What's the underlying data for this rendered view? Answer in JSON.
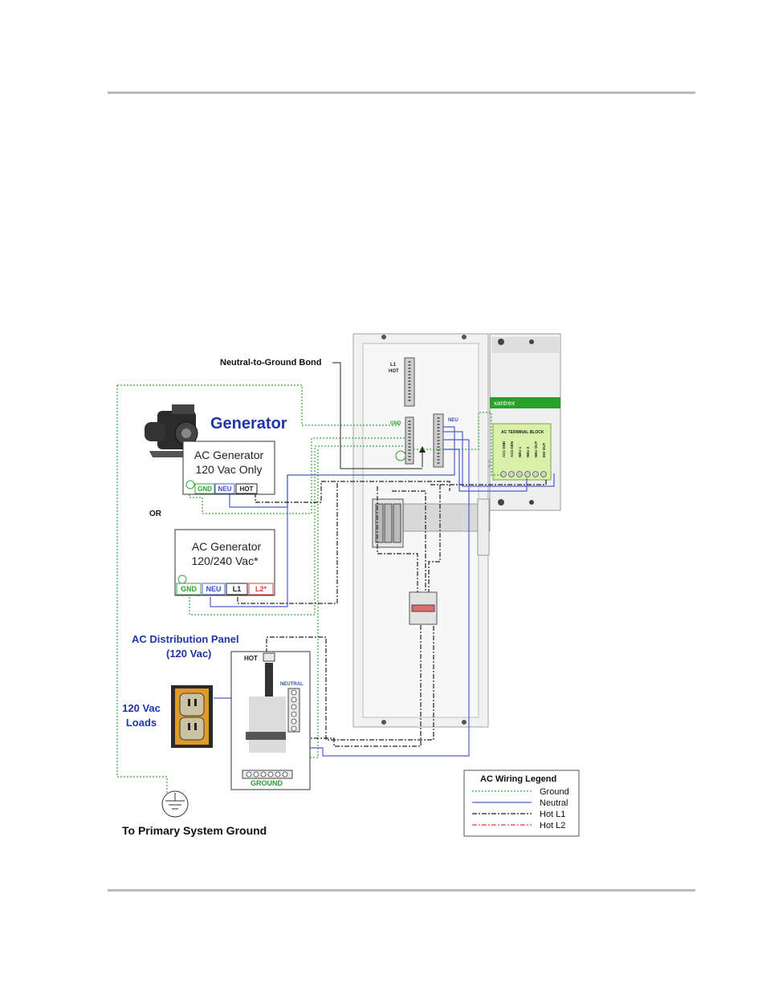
{
  "labels": {
    "neutral_ground_bond": "Neutral-to-Ground Bond",
    "bus_l1": "L1",
    "bus_hot": "HOT",
    "bus_gnd": "GND",
    "bus_neu": "NEU",
    "brand": "xantrex",
    "terminal_block_title": "AC TERMINAL BLOCK",
    "terminals": [
      "AC1 GND",
      "AC2 GEN",
      "NEU 1",
      "NEU 2",
      "NEU OUT",
      "INV OUT"
    ],
    "generator_title": "Generator",
    "gen1_line1": "AC Generator",
    "gen1_line2": "120 Vac Only",
    "gen1_gnd": "GND",
    "gen1_neu": "NEU",
    "gen1_hot": "HOT",
    "or": "OR",
    "gen2_line1": "AC Generator",
    "gen2_line2": "120/240 Vac*",
    "gen2_gnd": "GND",
    "gen2_neu": "NEU",
    "gen2_l1": "L1",
    "gen2_l2": "L2*",
    "dist_panel_line1": "AC Distribution Panel",
    "dist_panel_line2": "(120 Vac)",
    "dist_hot": "HOT",
    "dist_neutral": "NEUTRAL",
    "dist_ground": "GROUND",
    "loads_line1": "120 Vac",
    "loads_line2": "Loads",
    "ground_caption": "To Primary System Ground"
  },
  "legend": {
    "title": "AC Wiring Legend",
    "items": [
      {
        "label": "Ground",
        "color": "#3aa63a",
        "dash": "2 2"
      },
      {
        "label": "Neutral",
        "color": "#4a5fd0",
        "dash": ""
      },
      {
        "label": "Hot L1",
        "color": "#222222",
        "dash": "6 2 2 2"
      },
      {
        "label": "Hot L2",
        "color": "#e03c3c",
        "dash": "6 2 2 2"
      }
    ]
  },
  "colors": {
    "ground": "#3aa63a",
    "neutral": "#4a5fd0",
    "hot_l1": "#222222",
    "hot_l2": "#e03c3c",
    "title_blue": "#1f35a8",
    "brand_green": "#2aa02a",
    "terminal_block": "#d9f0a8",
    "panel_gray": "#f1f1f1",
    "outlet_orange": "#e09a2a"
  }
}
